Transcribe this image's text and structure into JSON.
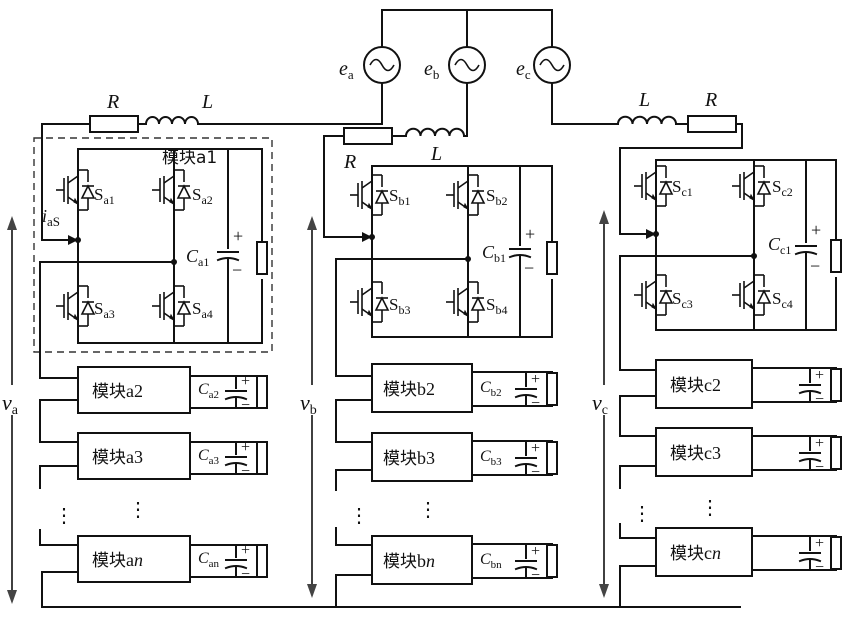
{
  "sources": {
    "a": "e",
    "a_sub": "a",
    "b": "e",
    "b_sub": "b",
    "c": "e",
    "c_sub": "c"
  },
  "resistor_label": "R",
  "inductor_label": "L",
  "module_a1": {
    "title": "模块a1",
    "current": "i",
    "current_sub": "aS",
    "s1": "S",
    "s1_sub": "a1",
    "s2": "S",
    "s2_sub": "a2",
    "s3": "S",
    "s3_sub": "a3",
    "s4": "S",
    "s4_sub": "a4",
    "cap": "C",
    "cap_sub": "a1"
  },
  "module_b1": {
    "s1": "S",
    "s1_sub": "b1",
    "s2": "S",
    "s2_sub": "b2",
    "s3": "S",
    "s3_sub": "b3",
    "s4": "S",
    "s4_sub": "b4",
    "cap": "C",
    "cap_sub": "b1"
  },
  "module_c1": {
    "s1": "S",
    "s1_sub": "c1",
    "s2": "S",
    "s2_sub": "c2",
    "s3": "S",
    "s3_sub": "c3",
    "s4": "S",
    "s4_sub": "c4",
    "cap": "C",
    "cap_sub": "c1"
  },
  "phase_a_modules": [
    {
      "prefix": "模块",
      "name": "a2",
      "cap": "C",
      "cap_sub": "a2"
    },
    {
      "prefix": "模块",
      "name": "a3",
      "cap": "C",
      "cap_sub": "a3"
    },
    {
      "prefix": "模块",
      "name": "a",
      "name_it": "n",
      "cap": "C",
      "cap_sub": "an"
    }
  ],
  "phase_b_modules": [
    {
      "prefix": "模块",
      "name": "b2",
      "cap": "C",
      "cap_sub": "b2"
    },
    {
      "prefix": "模块",
      "name": "b3",
      "cap": "C",
      "cap_sub": "b3"
    },
    {
      "prefix": "模块",
      "name": "b",
      "name_it": "n",
      "cap": "C",
      "cap_sub": "bn"
    }
  ],
  "phase_c_modules": [
    {
      "prefix": "模块",
      "name": "c2"
    },
    {
      "prefix": "模块",
      "name": "c3"
    },
    {
      "prefix": "模块",
      "name": "c",
      "name_it": "n"
    }
  ],
  "voltages": {
    "a": "v",
    "a_sub": "a",
    "b": "v",
    "b_sub": "b",
    "c": "v",
    "c_sub": "c"
  },
  "dots": "⋮",
  "plus": "+",
  "minus": "−"
}
